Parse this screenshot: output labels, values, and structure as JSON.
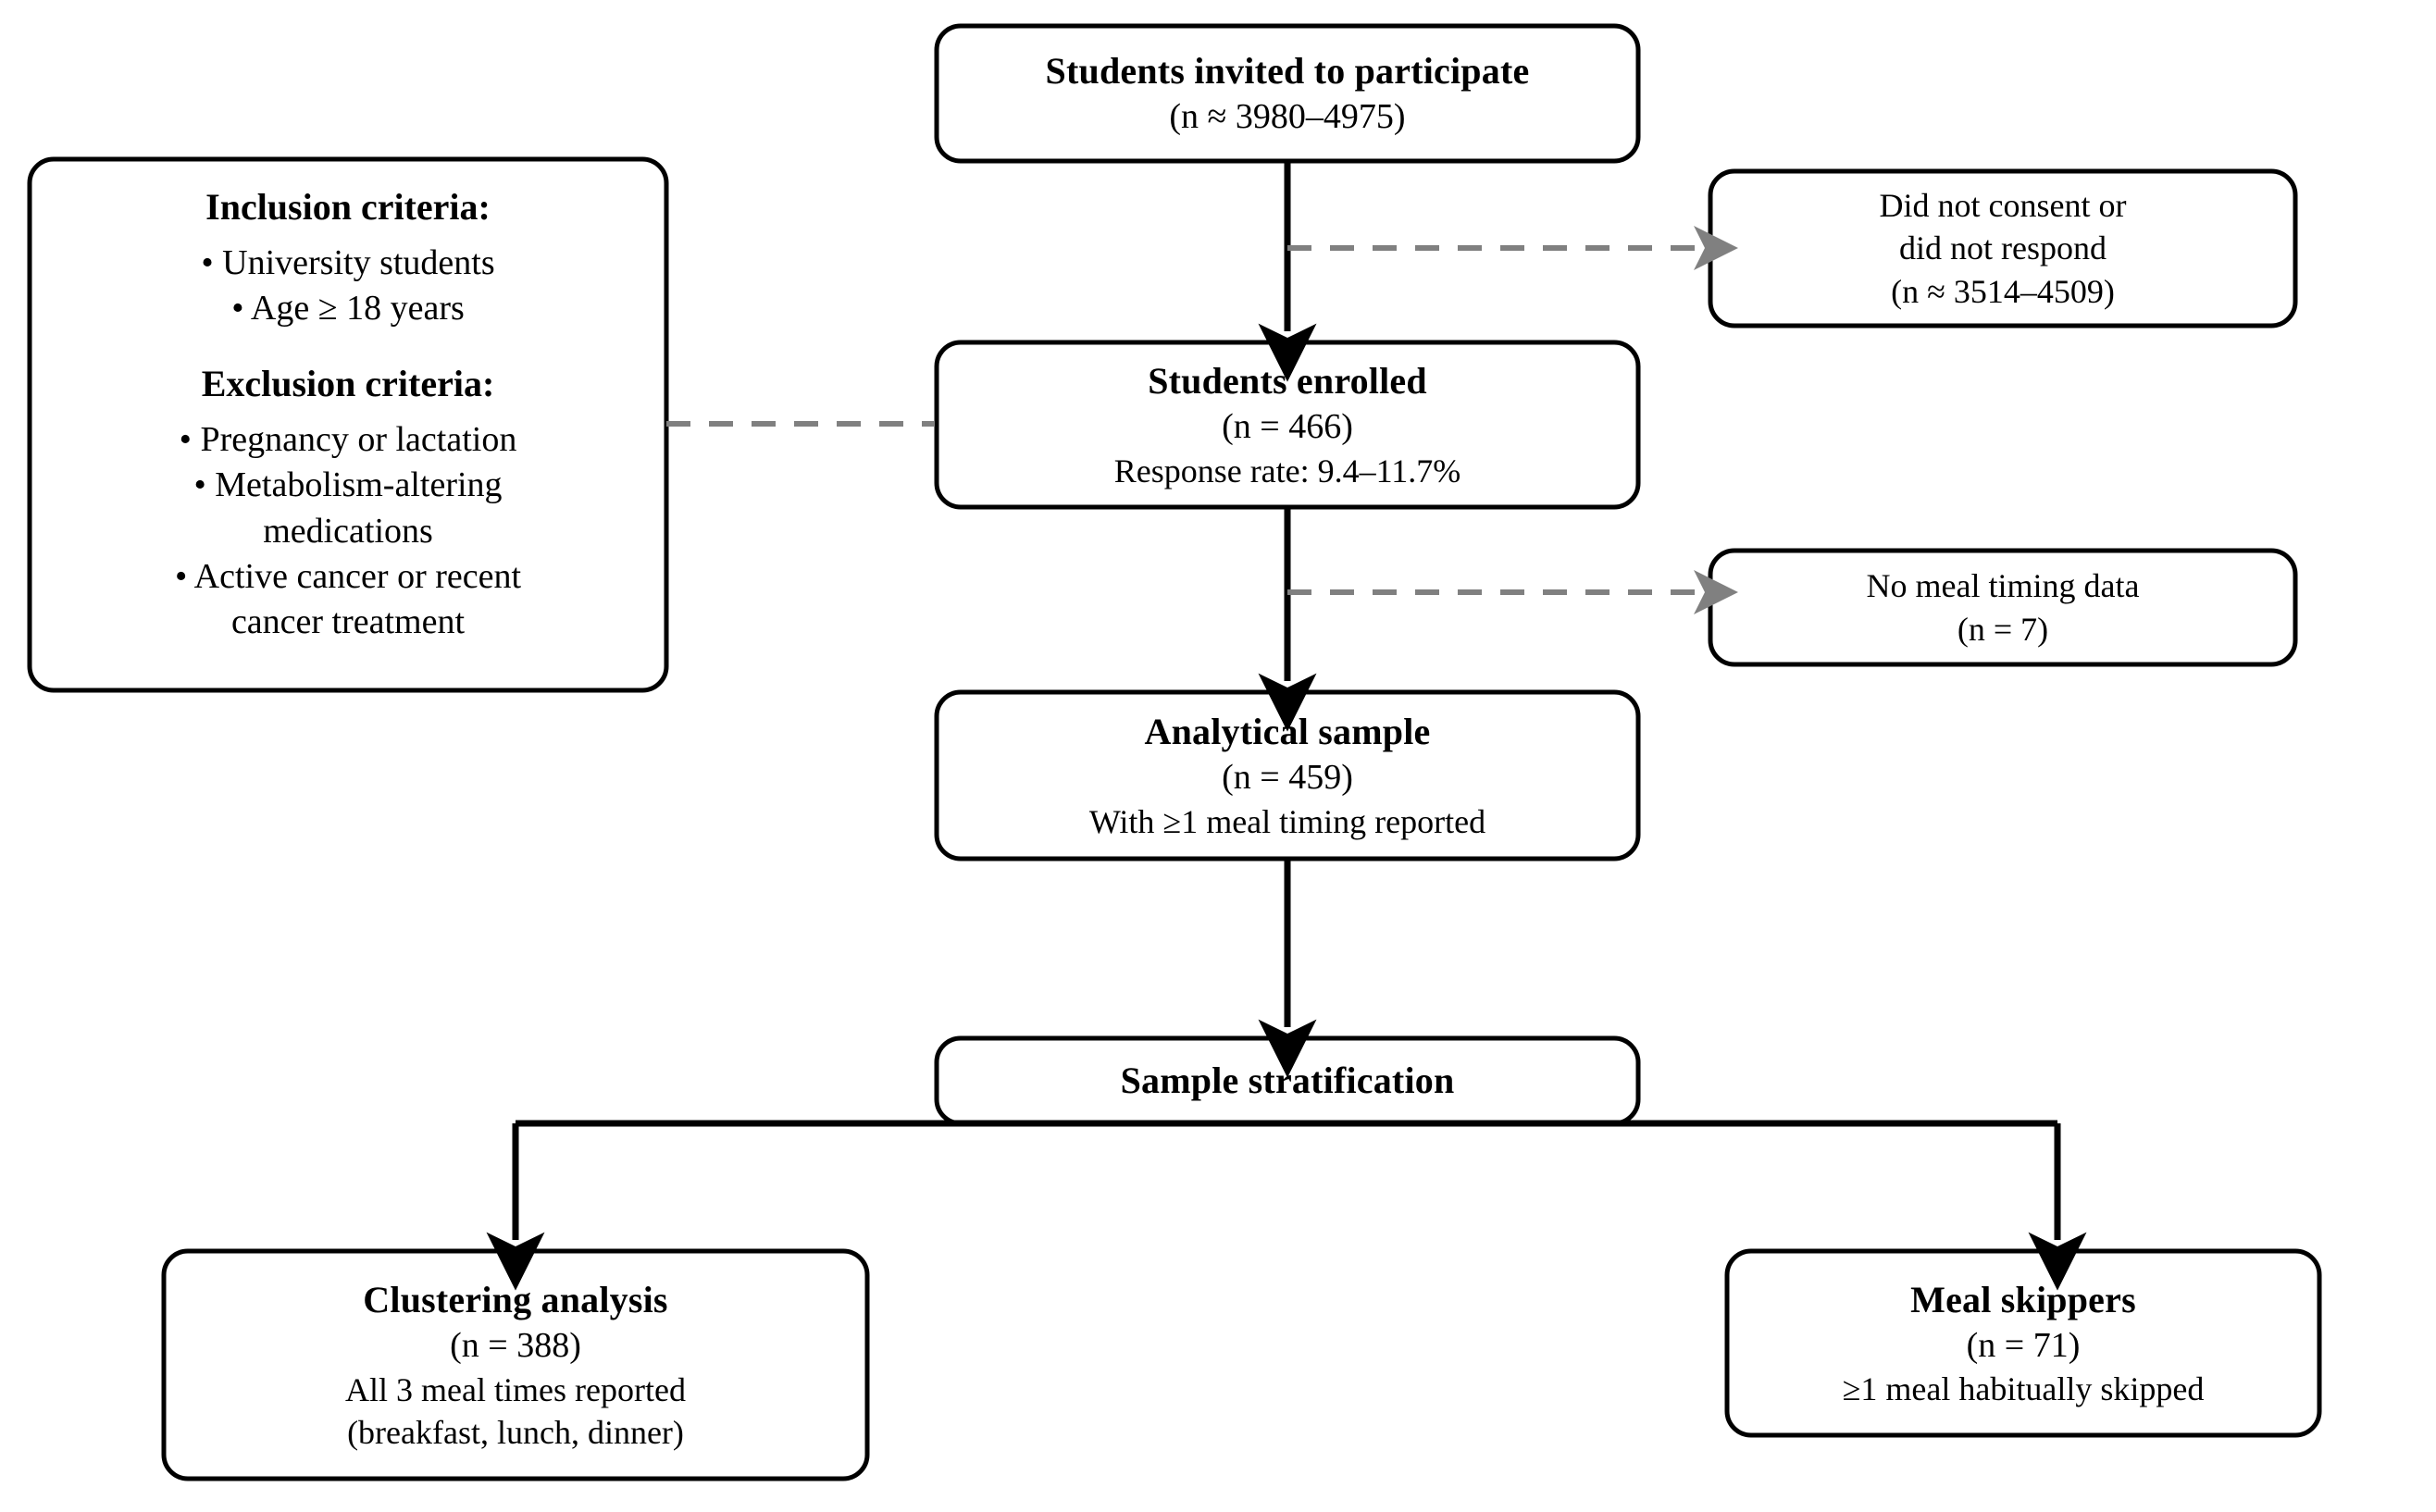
{
  "diagram": {
    "type": "participant-flow-chart",
    "colors": {
      "box_stroke": "#000000",
      "box_fill": "#ffffff",
      "solid_arrow": "#000000",
      "dashed_arrow": "#808080"
    }
  },
  "criteria_panel": {
    "inclusion_heading": "Inclusion criteria:",
    "inclusion_items": [
      "• University students",
      "• Age ≥ 18 years"
    ],
    "exclusion_heading": "Exclusion criteria:",
    "exclusion_items": [
      "• Pregnancy or lactation",
      "• Metabolism-altering",
      "medications",
      "• Active cancer or recent",
      "cancer treatment"
    ]
  },
  "nodes": {
    "invited": {
      "title": "Students invited to participate",
      "lines": [
        "(n ≈ 3980–4975)"
      ]
    },
    "not_consent": {
      "lines": [
        "Did not consent or",
        "did not respond",
        "(n ≈ 3514–4509)"
      ]
    },
    "enrolled": {
      "title": "Students enrolled",
      "lines": [
        "(n = 466)",
        "Response rate: 9.4–11.7%"
      ]
    },
    "no_meal_data": {
      "lines": [
        "No meal timing data",
        "(n = 7)"
      ]
    },
    "analytical": {
      "title": "Analytical sample",
      "lines": [
        "(n = 459)",
        "With ≥1 meal timing reported"
      ]
    },
    "stratification": {
      "title": "Sample stratification",
      "lines": []
    },
    "clustering": {
      "title": "Clustering analysis",
      "lines": [
        "(n = 388)",
        "All 3 meal times reported",
        "(breakfast, lunch, dinner)"
      ]
    },
    "skippers": {
      "title": "Meal skippers",
      "lines": [
        "(n = 71)",
        "≥1 meal habitually skipped"
      ]
    }
  }
}
